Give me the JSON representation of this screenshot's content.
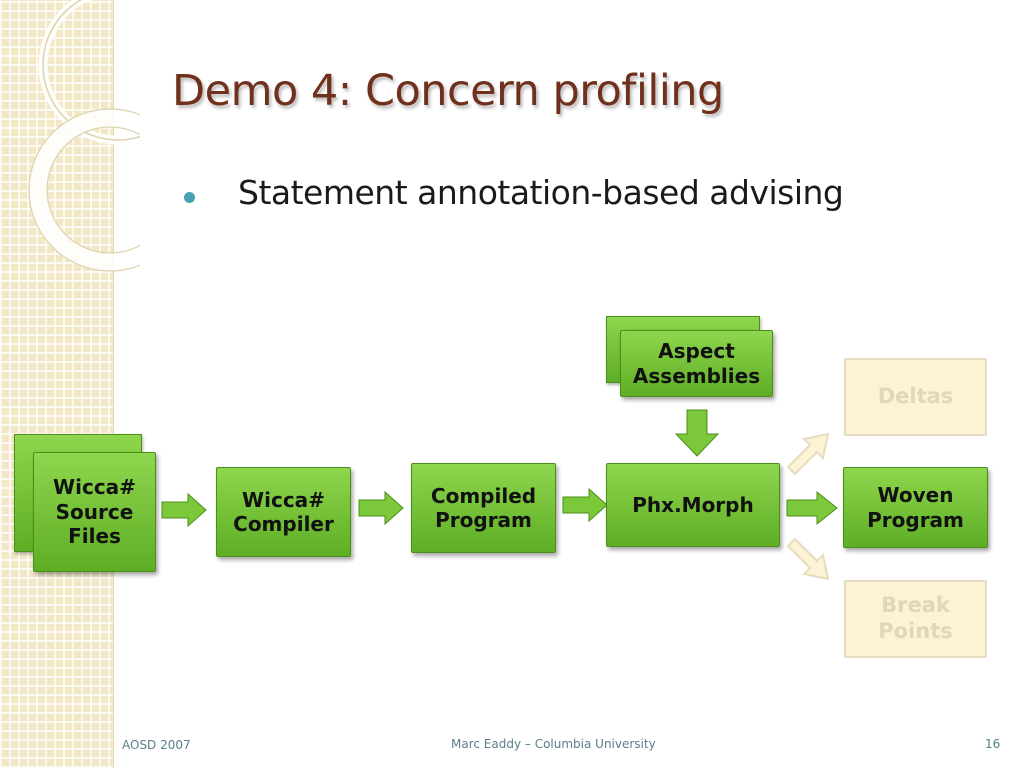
{
  "slide": {
    "title": "Demo 4: Concern profiling",
    "bullet": "Statement annotation-based advising"
  },
  "diagram": {
    "source_files": "Wicca# Source Files",
    "compiler": "Wicca# Compiler",
    "compiled_program": "Compiled Program",
    "aspect_assemblies": "Aspect Assemblies",
    "phx_morph": "Phx.Morph",
    "woven_program": "Woven Program",
    "deltas": "Deltas",
    "break_points": "Break Points"
  },
  "colors": {
    "title": "#70301c",
    "bullet": "#4a9fb5",
    "box_green": "#72c236",
    "box_pale": "#fdf2d3",
    "sidebar": "#f3e8c6",
    "footer": "#5a7f8a"
  },
  "footer": {
    "left": "AOSD 2007",
    "center": "Marc Eaddy – Columbia University",
    "right": "16"
  }
}
